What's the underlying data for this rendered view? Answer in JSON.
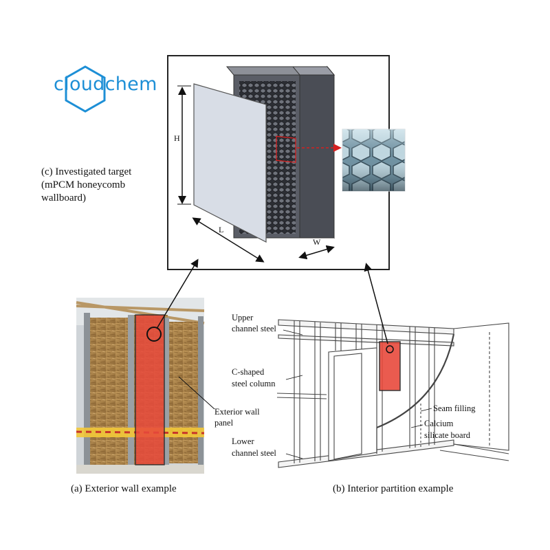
{
  "logo": {
    "text": "cloudchem",
    "brand_color": "#1d8fd6"
  },
  "target": {
    "caption": [
      "(c) Investigated target",
      "(mPCM honeycomb",
      "wallboard)"
    ],
    "dimensions": {
      "height": "H",
      "length": "L",
      "width": "W"
    }
  },
  "exterior": {
    "caption": "(a) Exterior wall example",
    "label": [
      "Exterior wall",
      "panel"
    ]
  },
  "interior": {
    "caption": "(b) Interior partition example",
    "labels": {
      "upper": [
        "Upper",
        "channel steel"
      ],
      "column": [
        "C-shaped",
        "steel column"
      ],
      "lower": [
        "Lower",
        "channel steel"
      ],
      "seam": "Seam filling",
      "board": [
        "Calcium",
        "silicate board"
      ]
    }
  },
  "colors": {
    "highlight_red": "#e84a3c",
    "arrow_red": "#d62020",
    "steel": "#4a4d55"
  }
}
